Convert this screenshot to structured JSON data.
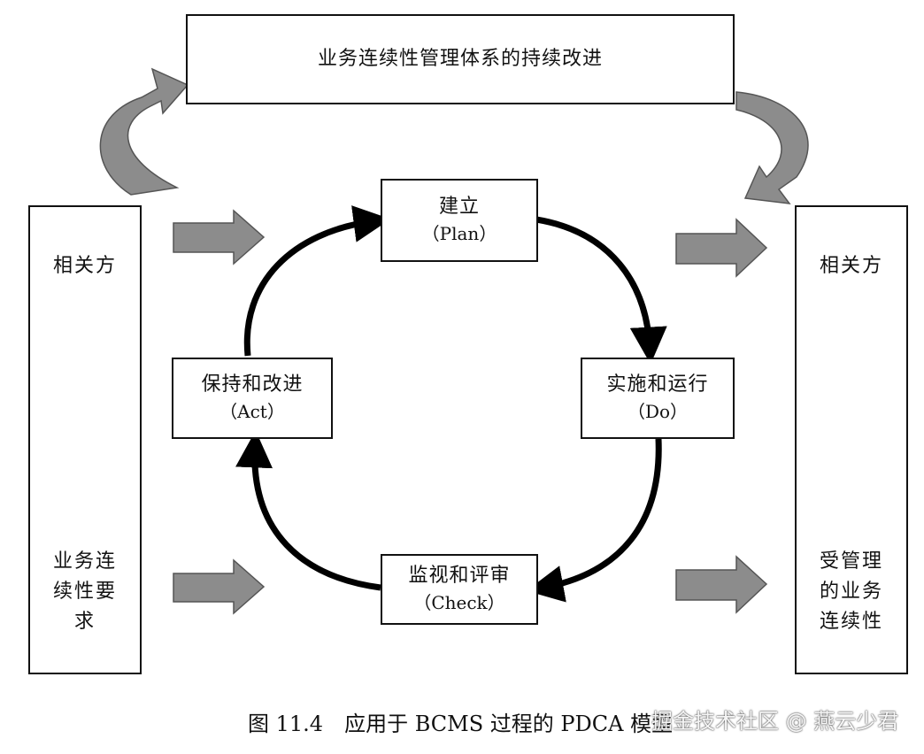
{
  "title_box": {
    "text": "业务连续性管理体系的持续改进"
  },
  "left_column": {
    "top_label": "相关方",
    "bottom_label": "业务连\n续性要\n求"
  },
  "right_column": {
    "top_label": "相关方",
    "bottom_label": "受管理\n的业务\n连续性"
  },
  "cycle": {
    "plan": {
      "cn": "建立",
      "en": "（Plan）"
    },
    "do": {
      "cn": "实施和运行",
      "en": "（Do）"
    },
    "check": {
      "cn": "监视和评审",
      "en": "（Check）"
    },
    "act": {
      "cn": "保持和改进",
      "en": "（Act）"
    }
  },
  "caption": "图 11.4　应用于 BCMS 过程的 PDCA 模型",
  "watermark": "掘金技术社区 @ 燕云少君",
  "colors": {
    "arrow_fill": "#8c8c8c",
    "arrow_stroke": "#555555",
    "cycle_line": "#000000",
    "box_border": "#111111"
  }
}
